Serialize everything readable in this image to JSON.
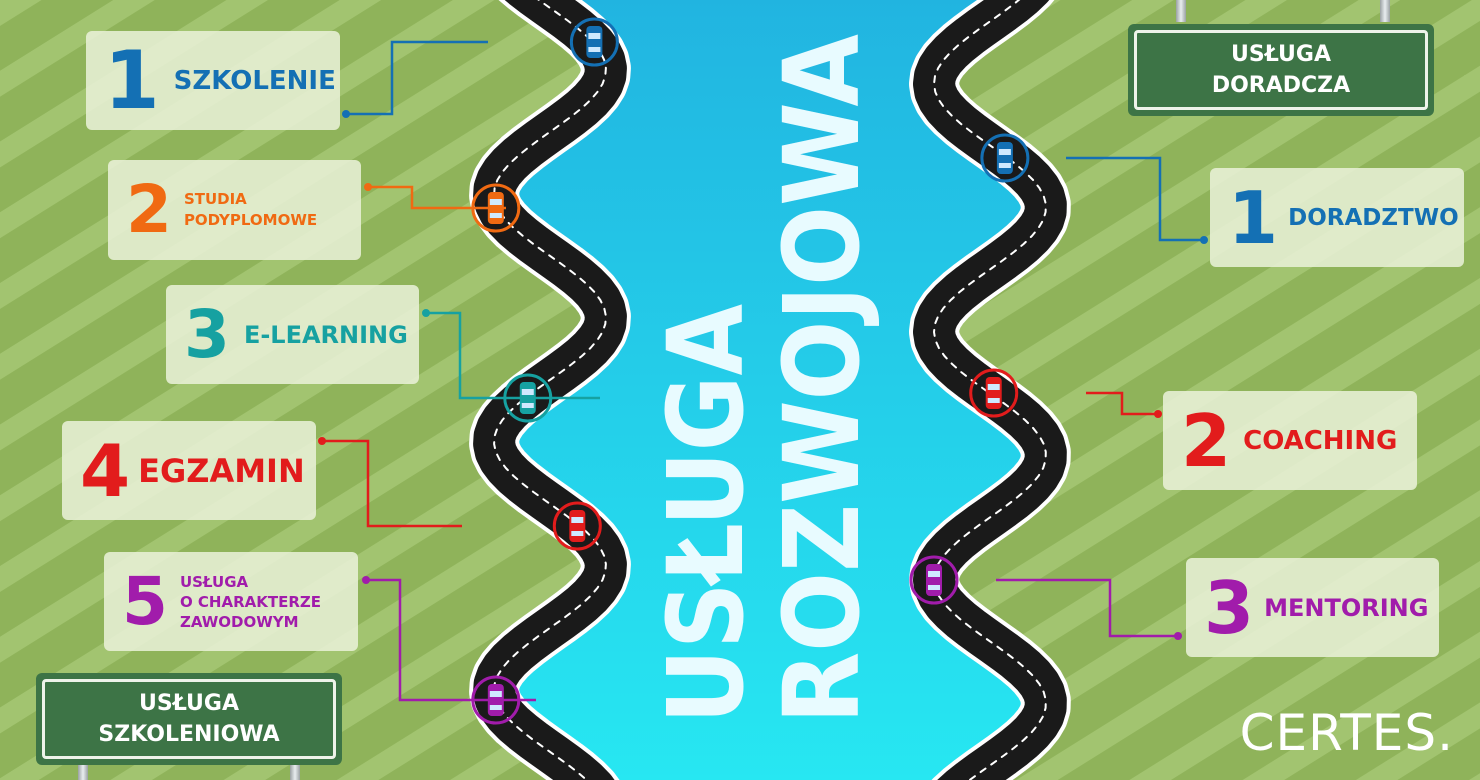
{
  "colors": {
    "grass": "#8fb35a",
    "grass_stripe": "#a4c672",
    "road": "#1a1a1a",
    "river_top": "#21b3e0",
    "river_bottom": "#27e8f2",
    "sign_green": "#3d7446",
    "blue": "#1470b4",
    "orange": "#f06a12",
    "teal": "#16a1a1",
    "red": "#e21c1c",
    "purple": "#a11cab"
  },
  "center_title": {
    "line1": "USŁUGA",
    "line2": "ROZWOJOWA"
  },
  "left_sign": {
    "line1": "USŁUGA",
    "line2": "SZKOLENIOWA"
  },
  "right_sign": {
    "line1": "USŁUGA",
    "line2": "DORADCZA"
  },
  "left_items": [
    {
      "number": "1",
      "label": "SZKOLENIE",
      "color": "#1470b4"
    },
    {
      "number": "2",
      "label_lines": [
        "STUDIA",
        "PODYPLOMOWE"
      ],
      "color": "#f06a12"
    },
    {
      "number": "3",
      "label": "E-LEARNING",
      "color": "#16a1a1"
    },
    {
      "number": "4",
      "label": "EGZAMIN",
      "color": "#e21c1c"
    },
    {
      "number": "5",
      "label_lines": [
        "USŁUGA",
        "O CHARAKTERZE",
        "ZAWODOWYM"
      ],
      "color": "#a11cab"
    }
  ],
  "right_items": [
    {
      "number": "1",
      "label": "DORADZTWO",
      "color": "#1470b4"
    },
    {
      "number": "2",
      "label": "COACHING",
      "color": "#e21c1c"
    },
    {
      "number": "3",
      "label": "MENTORING",
      "color": "#a11cab"
    }
  ],
  "logo": "CERTES."
}
